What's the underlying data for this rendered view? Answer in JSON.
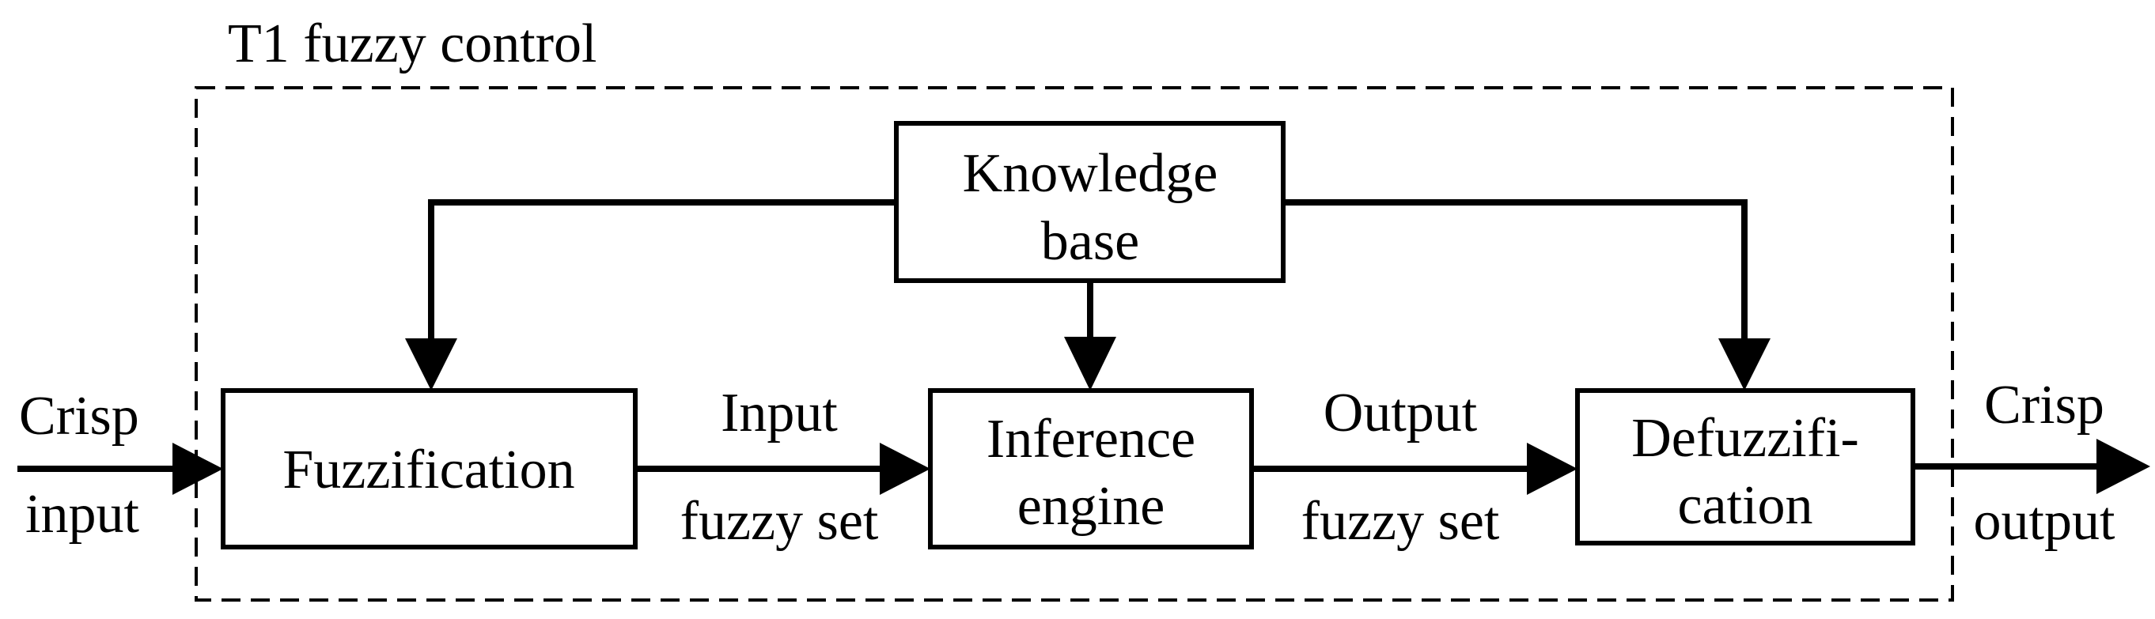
{
  "title": "T1 fuzzy control",
  "blocks": {
    "knowledge_base": [
      "Knowledge",
      "base"
    ],
    "fuzzification": [
      "Fuzzification"
    ],
    "inference_engine": [
      "Inference",
      "engine"
    ],
    "defuzzification": [
      "Defuzzifi-",
      "cation"
    ]
  },
  "signals": {
    "crisp_input": [
      "Crisp",
      "input"
    ],
    "input_fuzzy_set": [
      "Input",
      "fuzzy set"
    ],
    "output_fuzzy_set": [
      "Output",
      "fuzzy set"
    ],
    "crisp_output": [
      "Crisp",
      "output"
    ]
  }
}
